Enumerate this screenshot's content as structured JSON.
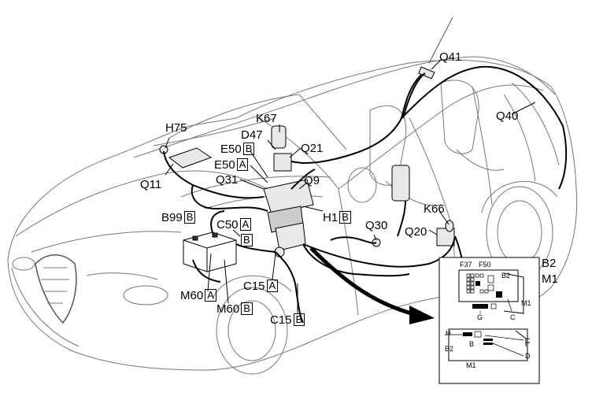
{
  "labels": {
    "q41": "Q41",
    "q40": "Q40",
    "k67": "K67",
    "h75": "H75",
    "d47": "D47",
    "q21": "Q21",
    "e50": "E50",
    "box_b": "B",
    "box_a": "A",
    "q11": "Q11",
    "q31": "Q31",
    "q9": "Q9",
    "h1": "H1",
    "k66": "K66",
    "b99": "B99",
    "c50": "C50",
    "q30": "Q30",
    "q20": "Q20",
    "m60": "M60",
    "c15": "C15",
    "b2": "B2",
    "m1": "M1"
  },
  "inset": {
    "f37": "F37",
    "f50": "F50",
    "b2": "B2",
    "m1": "M1",
    "g": "G",
    "c": "C",
    "h": "H",
    "b": "B",
    "d": "D"
  }
}
